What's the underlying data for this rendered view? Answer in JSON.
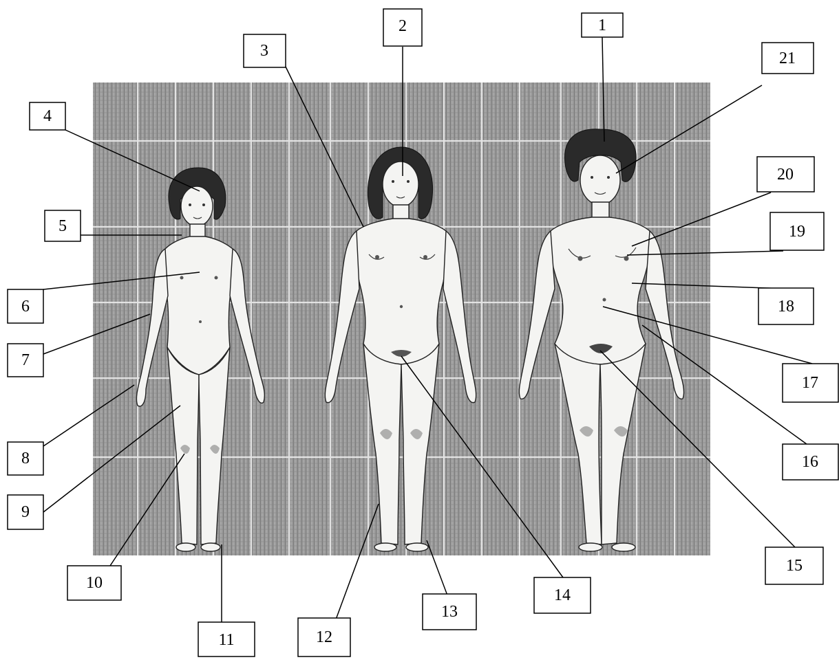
{
  "labels": [
    {
      "id": "label-1",
      "text": "1"
    },
    {
      "id": "label-2",
      "text": "2"
    },
    {
      "id": "label-3",
      "text": "3"
    },
    {
      "id": "label-4",
      "text": "4"
    },
    {
      "id": "label-5",
      "text": "5"
    },
    {
      "id": "label-6",
      "text": "6"
    },
    {
      "id": "label-7",
      "text": "7"
    },
    {
      "id": "label-8",
      "text": "8"
    },
    {
      "id": "label-9",
      "text": "9"
    },
    {
      "id": "label-10",
      "text": "10"
    },
    {
      "id": "label-11",
      "text": "11"
    },
    {
      "id": "label-12",
      "text": "12"
    },
    {
      "id": "label-13",
      "text": "13"
    },
    {
      "id": "label-14",
      "text": "14"
    },
    {
      "id": "label-15",
      "text": "15"
    },
    {
      "id": "label-16",
      "text": "16"
    },
    {
      "id": "label-17",
      "text": "17"
    },
    {
      "id": "label-18",
      "text": "18"
    },
    {
      "id": "label-19",
      "text": "19"
    },
    {
      "id": "label-20",
      "text": "20"
    },
    {
      "id": "label-21",
      "text": "21"
    }
  ],
  "colors": {
    "background_grid": "#8c8c8c",
    "grid_lines": "#ececec",
    "box_border": "#000000",
    "figure_fill": "#f4f4f2"
  }
}
